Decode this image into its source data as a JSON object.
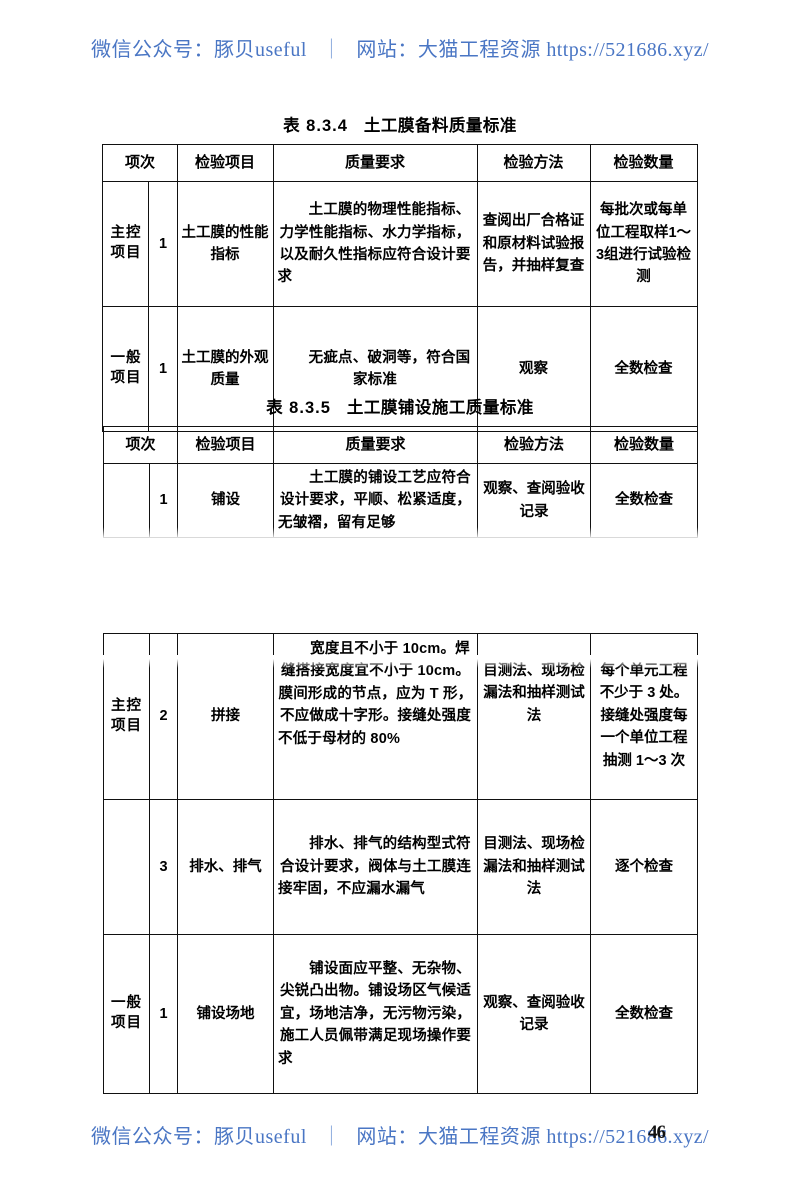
{
  "banner": {
    "label_wechat": "微信公众号：豚贝useful",
    "separator": "｜",
    "label_site": "网站：大猫工程资源",
    "url": "https://521686.xyz/"
  },
  "page_number": "46",
  "tables": [
    {
      "id": "8.3.4",
      "title_number": "表 8.3.4",
      "title_text": "土工膜备料质量标准",
      "headers": [
        "项次",
        "检验项目",
        "质量要求",
        "检验方法",
        "检验数量"
      ],
      "rows": [
        {
          "category": "主控项目",
          "index": "1",
          "item": "土工膜的性能指标",
          "requirement": "土工膜的物理性能指标、力学性能指标、水力学指标，以及耐久性指标应符合设计要求",
          "method": "查阅出厂合格证和原材料试验报告，并抽样复查",
          "quantity": "每批次或每单位工程取样1～3组进行试验检测"
        },
        {
          "category": "一般项目",
          "index": "1",
          "item": "土工膜的外观质量",
          "requirement": "无疵点、破洞等，符合国家标准",
          "method": "观察",
          "quantity": "全数检查"
        }
      ]
    },
    {
      "id": "8.3.5",
      "title_number": "表 8.3.5",
      "title_text": "土工膜铺设施工质量标准",
      "headers": [
        "项次",
        "检验项目",
        "质量要求",
        "检验方法",
        "检验数量"
      ],
      "rows_top": [
        {
          "category": "",
          "index": "1",
          "item": "铺设",
          "requirement": "土工膜的铺设工艺应符合设计要求，平顺、松紧适度，无皱褶，留有足够",
          "method": "观察、查阅验收记录",
          "quantity": "全数检查"
        }
      ],
      "rows_bottom": [
        {
          "category": "主控项目",
          "index": "2",
          "item": "拼接",
          "requirement": "宽度且不小于 10cm。焊缝搭接宽度宜不小于 10cm。膜间形成的节点，应为 T 形，不应做成十字形。接缝处强度不低于母材的 80%",
          "method": "目测法、现场检漏法和抽样测试法",
          "quantity": "每个单元工程不少于 3 处。接缝处强度每一个单位工程抽测 1～3 次"
        },
        {
          "category": "",
          "index": "3",
          "item": "排水、排气",
          "requirement": "排水、排气的结构型式符合设计要求，阀体与土工膜连接牢固，不应漏水漏气",
          "method": "目测法、现场检漏法和抽样测试法",
          "quantity": "逐个检查"
        },
        {
          "category": "一般项目",
          "index": "1",
          "item": "铺设场地",
          "requirement": "铺设面应平整、无杂物、尖锐凸出物。铺设场区气候适宜，场地洁净，无污物污染，施工人员佩带满足现场操作要求",
          "method": "观察、查阅验收记录",
          "quantity": "全数检查"
        }
      ]
    }
  ]
}
